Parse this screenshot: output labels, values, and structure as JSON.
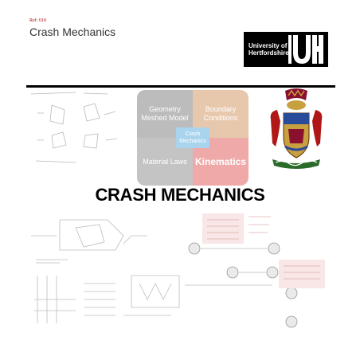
{
  "header": {
    "ref": "Ref: 010",
    "title": "Crash Mechanics"
  },
  "logo": {
    "line1": "University of",
    "line2": "Hertfordshire",
    "mark": "UH"
  },
  "concept_diagram": {
    "geometry": "Geometry Meshed Model",
    "boundary": "Boundary Conditions",
    "materials": "Material Laws",
    "kinematics": "Kinematics",
    "center": "Crash Mechanics",
    "colors": {
      "geometry": "#bcbcbc",
      "boundary": "#e8c8ad",
      "materials": "#c4c4c4",
      "kinematics": "#f0a9a9",
      "center": "#aad4ee"
    }
  },
  "main_title": "CRASH MECHANICS",
  "icons": {
    "crest": "university-crest-icon"
  }
}
